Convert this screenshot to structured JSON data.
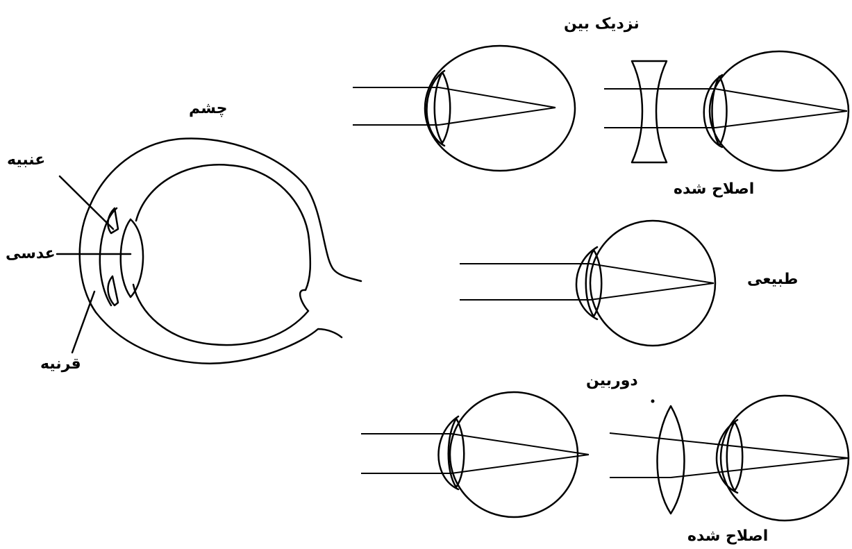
{
  "labels": {
    "eye": "چشم",
    "iris": "عنبیه",
    "lens": "عدسی",
    "cornea": "قرنیه",
    "myopia": "نزدیک بین",
    "myopia_corrected": "اصلاح شده",
    "normal": "طبیعی",
    "hyperopia": "دوربین",
    "hyperopia_corrected": "اصلاح شده"
  }
}
